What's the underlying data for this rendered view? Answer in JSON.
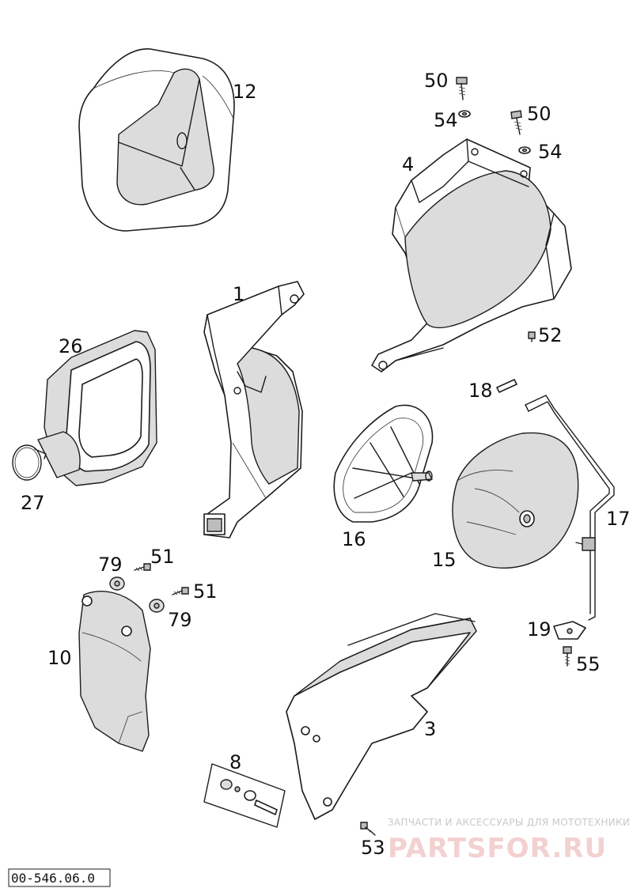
{
  "drawing_number": "00-546.06.0",
  "watermark": {
    "caption": "ЗАПЧАСТИ И АКСЕССУАРЫ ДЛЯ МОТОТЕХНИКИ",
    "logo": "PARTSFOR.RU"
  },
  "callouts": {
    "c1": "1",
    "c3": "3",
    "c4": "4",
    "c8": "8",
    "c10": "10",
    "c12": "12",
    "c15": "15",
    "c16": "16",
    "c17": "17",
    "c18": "18",
    "c19": "19",
    "c26": "26",
    "c27": "27",
    "c50a": "50",
    "c50b": "50",
    "c51a": "51",
    "c51b": "51",
    "c52": "52",
    "c53": "53",
    "c54a": "54",
    "c54b": "54",
    "c55": "55",
    "c79a": "79",
    "c79b": "79"
  }
}
